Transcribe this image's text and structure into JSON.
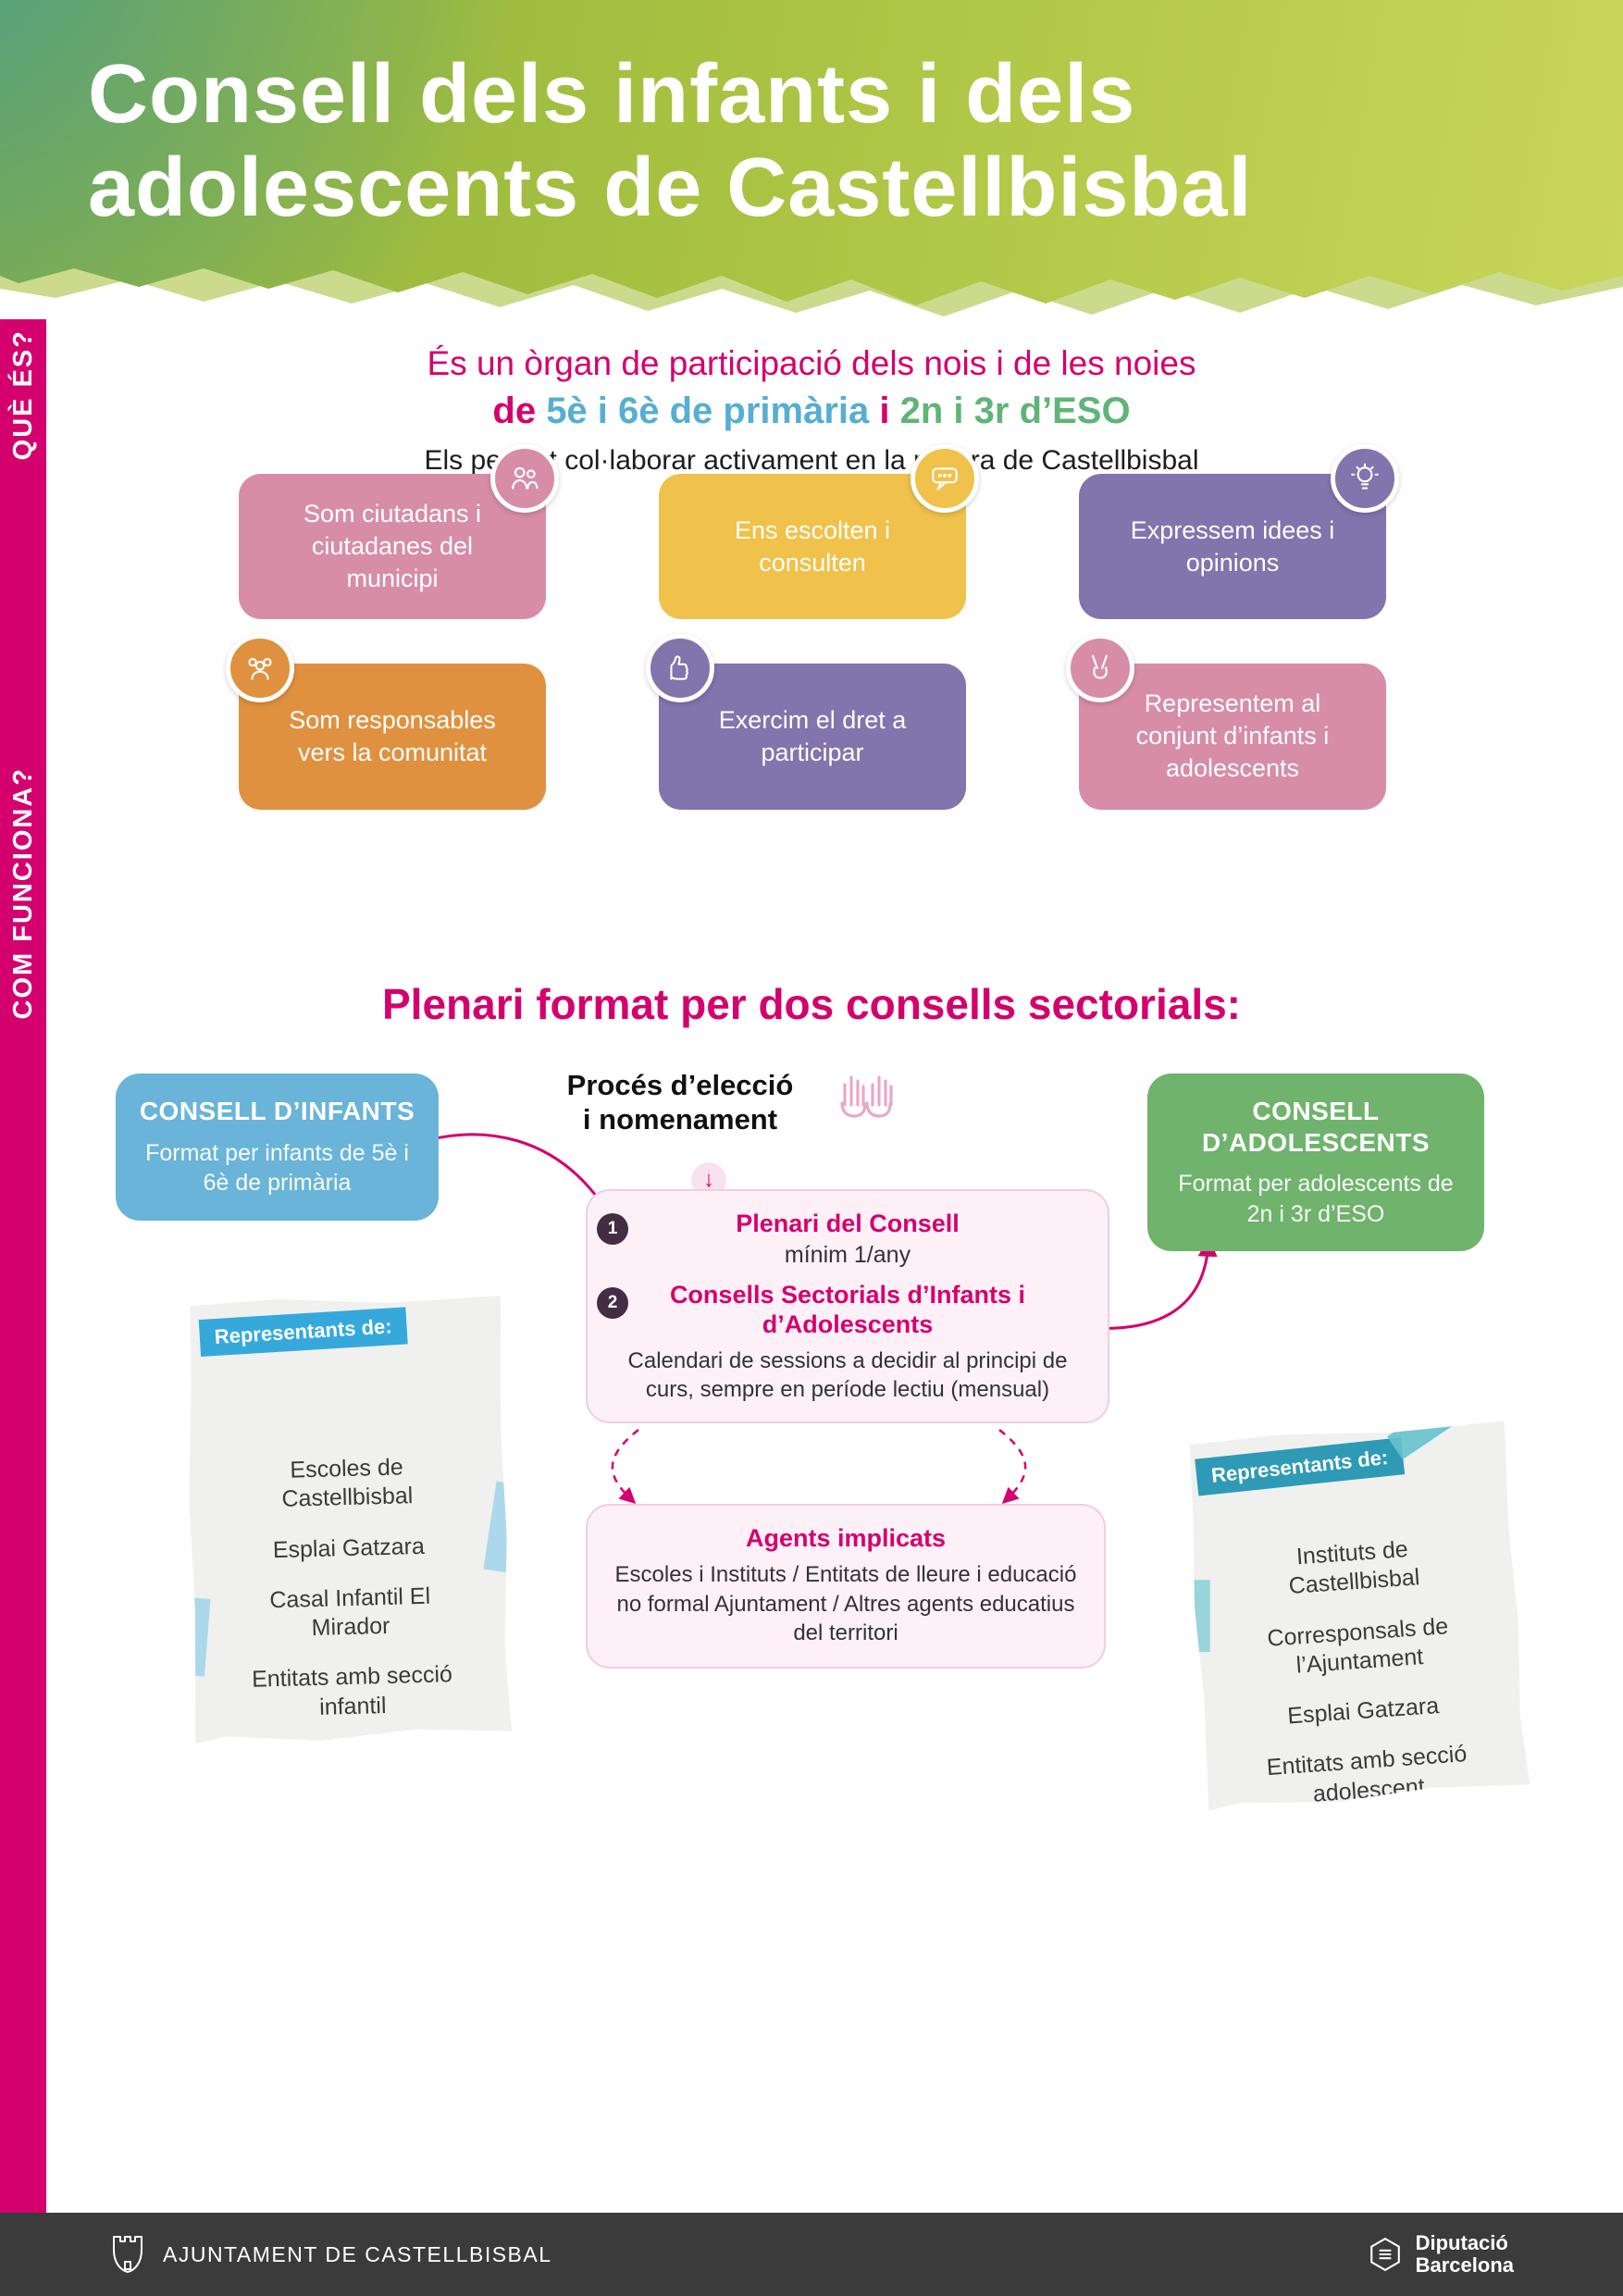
{
  "header": {
    "title_line1": "Consell dels infants i dels",
    "title_line2": "adolescents de Castellbisbal"
  },
  "sidebar": {
    "section1": "QUÈ ÉS?",
    "section2": "COM FUNCIONA?"
  },
  "intro": {
    "line1": "És un òrgan de participació dels nois i de les noies",
    "line2_prefix": "de ",
    "line2_primary": "5è i 6è de primària",
    "line2_mid": " i ",
    "line2_secondary": "2n i 3r d’ESO",
    "line3": "Els permet col·laborar activament en la millora de Castellbisbal"
  },
  "cards": [
    {
      "text": "Som ciutadans i ciutadanes del municipi",
      "color": "#d78da6",
      "icon": "citizens-icon"
    },
    {
      "text": "Ens escolten i consulten",
      "color": "#f0c14b",
      "icon": "speech-bubble-icon"
    },
    {
      "text": "Expressem idees i opinions",
      "color": "#8274ad",
      "icon": "ideas-icon"
    },
    {
      "text": "Som responsables vers la comunitat",
      "color": "#e0913f",
      "icon": "community-icon"
    },
    {
      "text": "Exercim el dret a participar",
      "color": "#8274ad",
      "icon": "participate-icon"
    },
    {
      "text": "Representem al conjunt d’infants i adolescents",
      "color": "#d78da6",
      "icon": "victory-hand-icon"
    }
  ],
  "section2_heading": "Plenari format per dos consells sectorials:",
  "diagram": {
    "process": {
      "title_line1": "Procés d’elecció",
      "title_line2": "i nomenament",
      "arrow": "↓"
    },
    "consell_infants": {
      "title": "CONSELL D’INFANTS",
      "body": "Format per infants de 5è i 6è de primària"
    },
    "consell_adolescents": {
      "title": "CONSELL D’ADOLESCENTS",
      "body": "Format per adolescents de 2n i 3r d’ESO"
    },
    "plenari_box": {
      "item1_num": "1",
      "item1_title": "Plenari del Consell",
      "item1_sub": "mínim 1/any",
      "item2_num": "2",
      "item2_title": "Consells Sectorials d’Infants i d’Adolescents",
      "item2_body": "Calendari de sessions a decidir al principi de curs, sempre en període lectiu (mensual)"
    },
    "agents_box": {
      "title": "Agents implicats",
      "body": "Escoles i Instituts / Entitats de lleure i educació no formal Ajuntament / Altres agents educatius del territori"
    }
  },
  "notes": {
    "left": {
      "tag": "Representants de:",
      "items": [
        "Escoles de Castellbisbal",
        "Esplai Gatzara",
        "Casal Infantil El Mirador",
        "Entitats amb secció infantil"
      ]
    },
    "right": {
      "tag": "Representants de:",
      "items": [
        "Instituts de Castellbisbal",
        "Corresponsals de l’Ajuntament",
        "Esplai Gatzara",
        "Entitats amb secció adolescent"
      ]
    }
  },
  "footer": {
    "left_label": "AJUNTAMENT DE CASTELLBISBAL",
    "right_line1": "Diputació",
    "right_line2": "Barcelona"
  },
  "colors": {
    "accent_magenta": "#d4006e",
    "header_green_dark": "#8db23c",
    "header_green_light": "#c9d65a",
    "header_teal": "#4f9e86",
    "card_pink": "#d78da6",
    "card_yellow": "#f0c14b",
    "card_purple": "#8274ad",
    "card_orange": "#e0913f",
    "box_blue": "#69b4d8",
    "box_green": "#6fb36d",
    "pink_box_bg": "#fdf1f7",
    "tag_blue": "#35a9dc",
    "tag_teal": "#2e9ab6",
    "number_badge": "#432c44",
    "footer_bg": "#3b3b3b"
  }
}
